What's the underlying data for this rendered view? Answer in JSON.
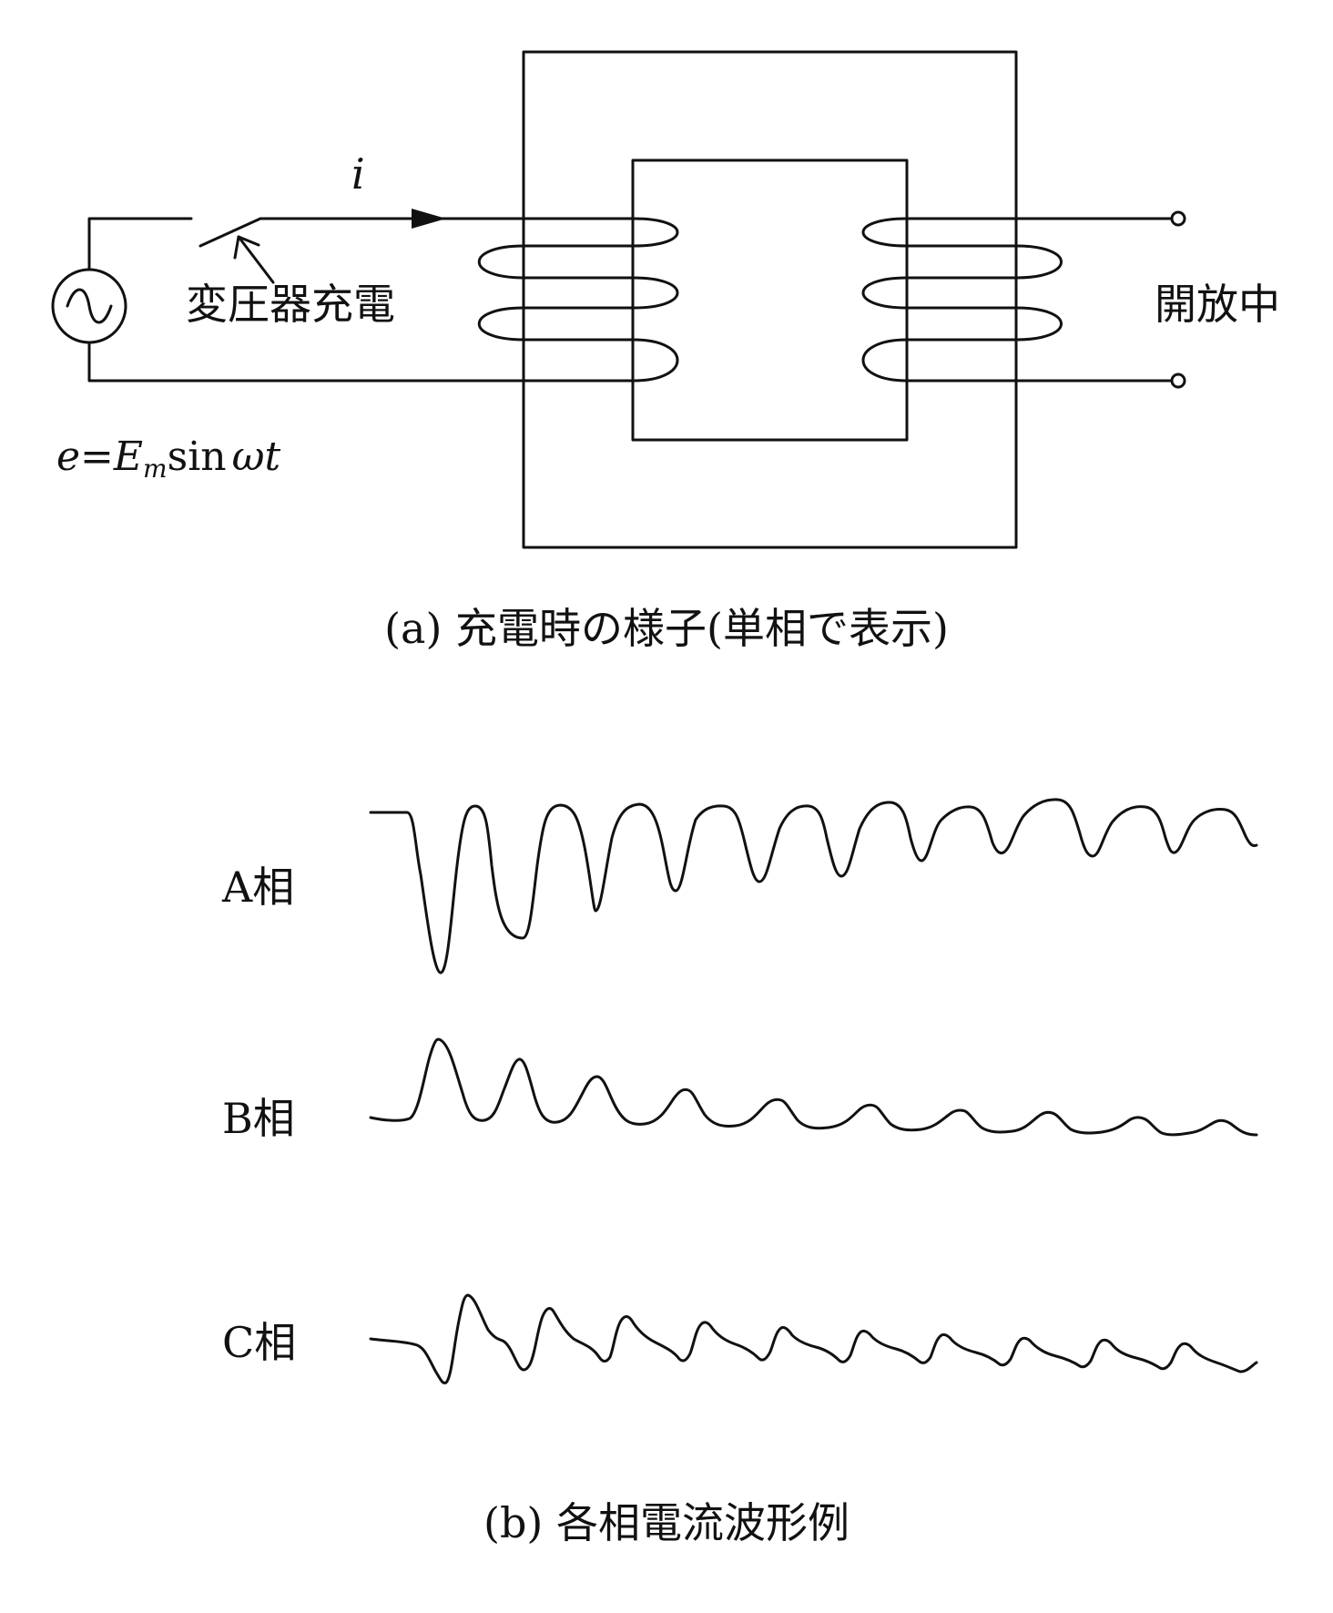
{
  "diagram_a": {
    "current_label": "i",
    "switch_label": "変圧器充電",
    "open_label": "開放中",
    "source_formula": {
      "e": "e",
      "eq": "=",
      "E": "E",
      "sub": "m",
      "rest": "sin",
      "omega": "ω",
      "t": "t"
    },
    "caption": "(a) 充電時の様子(単相で表示)"
  },
  "diagram_b": {
    "phases": [
      {
        "label": "A相"
      },
      {
        "label": "B相"
      },
      {
        "label": "C相"
      }
    ],
    "caption": "(b) 各相電流波形例"
  }
}
